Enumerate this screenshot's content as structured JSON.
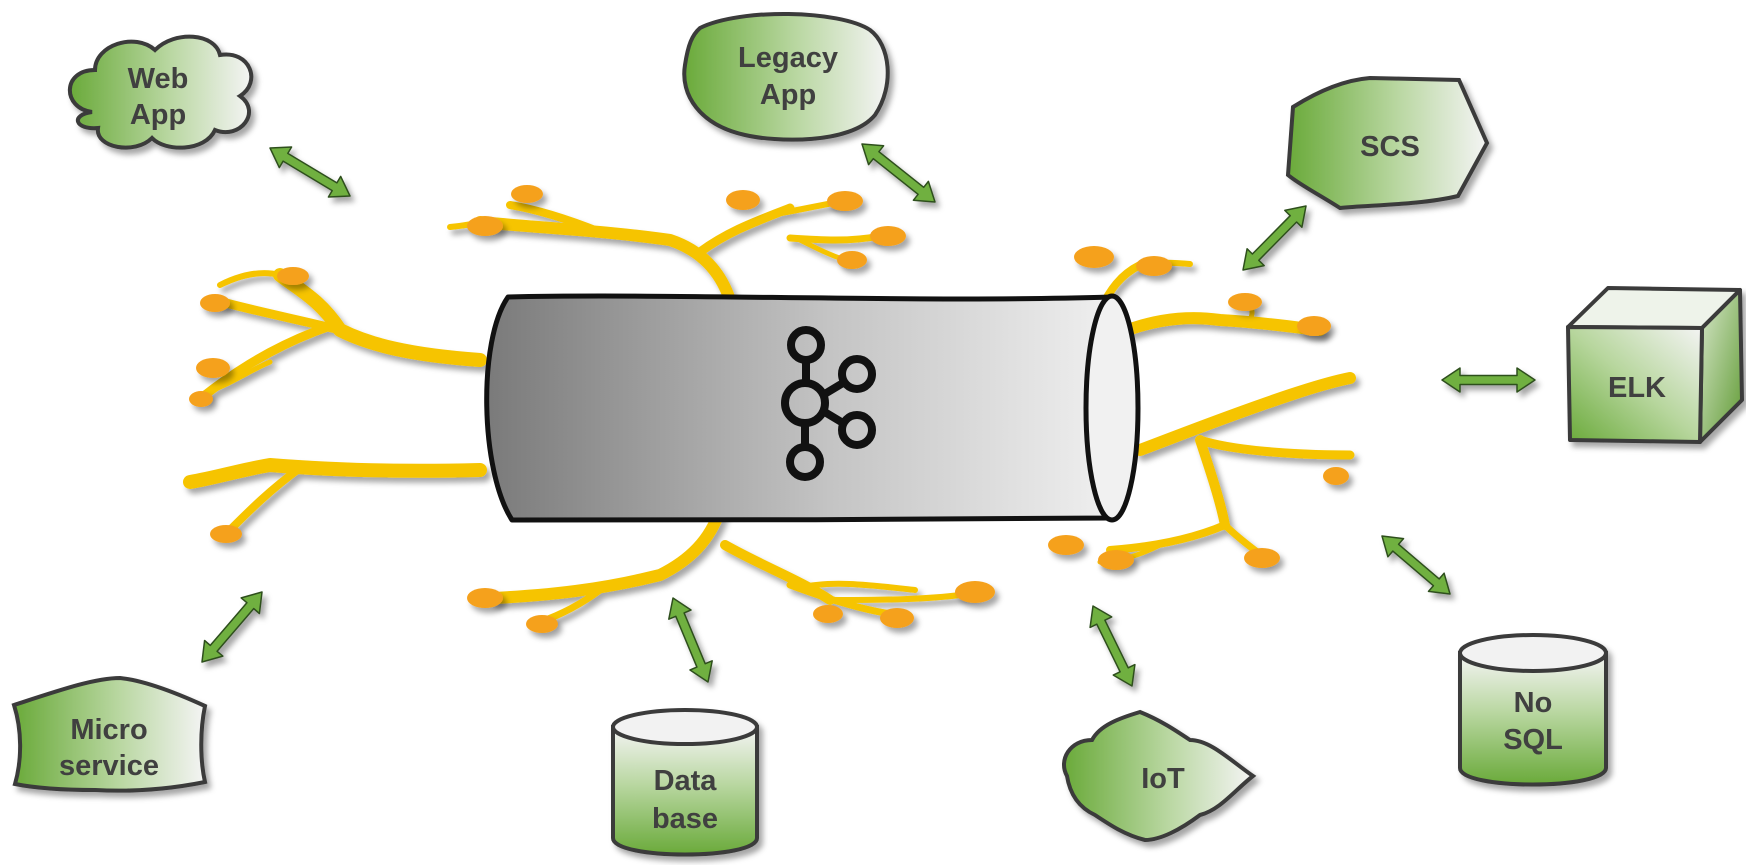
{
  "hub": {
    "icon": "kafka-logo-icon"
  },
  "nodes": {
    "web_app": {
      "line1": "Web",
      "line2": "App",
      "shape": "cloud"
    },
    "legacy_app": {
      "line1": "Legacy",
      "line2": "App",
      "shape": "blob"
    },
    "scs": {
      "line1": "SCS",
      "shape": "hexagon"
    },
    "elk": {
      "line1": "ELK",
      "shape": "cube"
    },
    "no_sql": {
      "line1": "No",
      "line2": "SQL",
      "shape": "cylinder"
    },
    "iot": {
      "line1": "IoT",
      "shape": "badge"
    },
    "database": {
      "line1": "Data",
      "line2": "base",
      "shape": "cylinder"
    },
    "micro_service": {
      "line1": "Micro",
      "line2": "service",
      "shape": "banner"
    }
  },
  "colors": {
    "node_green": "#6aaa3a",
    "node_light": "#f2f2f2",
    "arrow_green": "#6fb040",
    "pipe_dark": "#7a7a7a",
    "pipe_light": "#efefef",
    "branch_yellow": "#f6c400",
    "bud_orange": "#f5a11c",
    "text": "#3f3f3f"
  }
}
